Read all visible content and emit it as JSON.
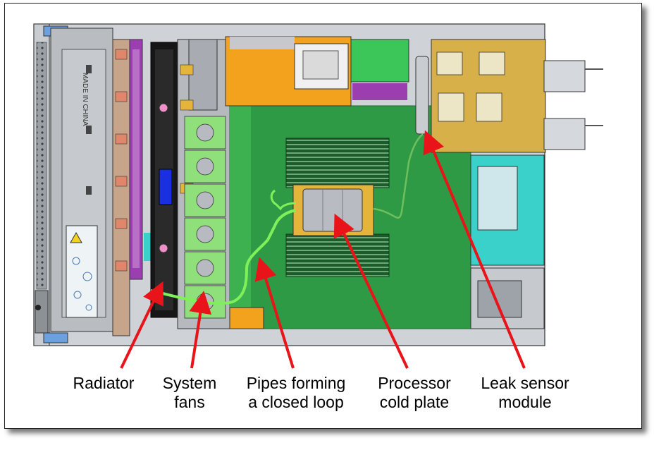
{
  "labels": {
    "radiator": "Radiator",
    "system_fans_1": "System",
    "system_fans_2": "fans",
    "pipes_1": "Pipes forming",
    "pipes_2": "a closed loop",
    "processor_1": "Processor",
    "processor_2": "cold plate",
    "leak_1": "Leak sensor",
    "leak_2": "module"
  },
  "chassis_text": {
    "made_in_china": "MADE IN CHINA"
  },
  "colors": {
    "arrow": "#e8141a",
    "board": "#2f9a45",
    "board_dark": "#1d6e30",
    "yellow": "#e0b43a",
    "orange": "#f2a21d",
    "grey": "#b8bcc2",
    "cyan": "#39d1c9",
    "purple": "#9b3fb0",
    "radiator": "#161616",
    "pipe": "#7ef05a"
  }
}
